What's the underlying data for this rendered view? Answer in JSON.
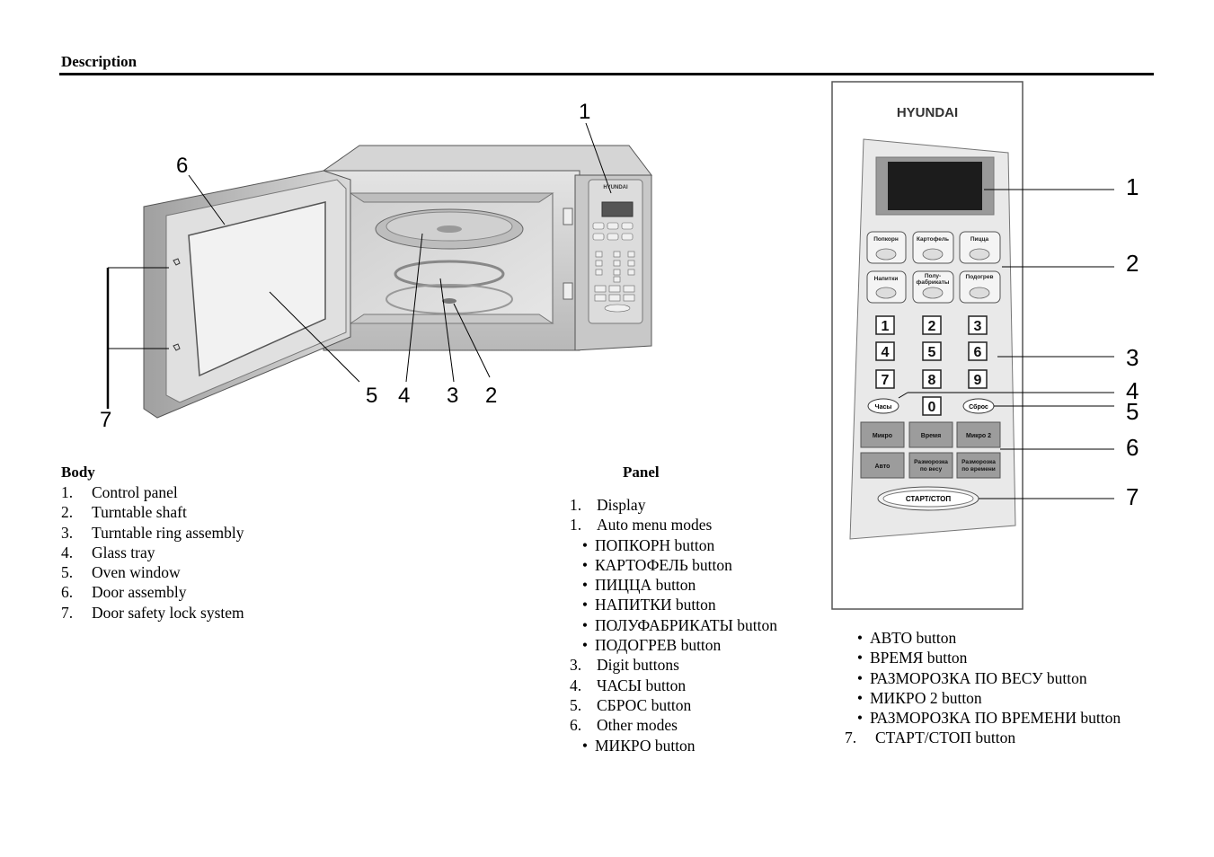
{
  "page": {
    "title": "Description"
  },
  "figure_left": {
    "brand": "HYUNDAI",
    "callouts": [
      "1",
      "2",
      "3",
      "4",
      "5",
      "6",
      "7"
    ]
  },
  "figure_right": {
    "brand": "HYUNDAI",
    "buttons": {
      "popcorn": "Попкорн",
      "potato": "Картофель",
      "pizza": "Пицца",
      "drinks": "Напитки",
      "semi_1": "Полу-",
      "semi_2": "фабрикаты",
      "reheat": "Подогрев",
      "digits": [
        "1",
        "2",
        "3",
        "4",
        "5",
        "6",
        "7",
        "8",
        "9",
        "0"
      ],
      "clock": "Часы",
      "reset": "Сброс",
      "micro": "Микро",
      "time": "Время",
      "micro2": "Микро 2",
      "auto": "Авто",
      "defrost_w_1": "Разморозка",
      "defrost_w_2": "по весу",
      "defrost_t_1": "Разморозка",
      "defrost_t_2": "по времени",
      "start": "СТАРТ/СТОП"
    },
    "callouts": [
      "1",
      "2",
      "3",
      "4",
      "5",
      "6",
      "7"
    ]
  },
  "body_section": {
    "heading": "Body",
    "items": [
      {
        "n": "1.",
        "text": "Control panel"
      },
      {
        "n": "2.",
        "text": "Turntable shaft"
      },
      {
        "n": "3.",
        "text": "Turntable ring assembly"
      },
      {
        "n": "4.",
        "text": "Glass tray"
      },
      {
        "n": "5.",
        "text": "Oven window"
      },
      {
        "n": "6.",
        "text": "Door assembly"
      },
      {
        "n": "7.",
        "text": "Door safety lock system"
      }
    ]
  },
  "panel_section": {
    "heading": "Panel",
    "lines": [
      {
        "n": "1.",
        "text": "Display"
      },
      {
        "n": "1.",
        "text": "Auto menu modes"
      },
      {
        "b": "•",
        "text": "ПОПКОРН button"
      },
      {
        "b": "•",
        "text": "КАРТОФЕЛЬ button"
      },
      {
        "b": "•",
        "text": "ПИЦЦА button"
      },
      {
        "b": "•",
        "text": "НАПИТКИ button"
      },
      {
        "b": "•",
        "text": "ПОЛУФАБРИКАТЫ button"
      },
      {
        "b": "•",
        "text": "ПОДОГРЕВ button"
      },
      {
        "n": "3.",
        "text": "Digit buttons"
      },
      {
        "n": "4.",
        "text": "ЧАСЫ button"
      },
      {
        "n": "5.",
        "text": "СБРОС button"
      },
      {
        "n": "6.",
        "text": "Other modes"
      },
      {
        "b": "•",
        "text": "МИКРО button"
      }
    ],
    "continued": [
      {
        "b": "•",
        "text": "АВТО button"
      },
      {
        "b": "•",
        "text": "ВРЕМЯ button"
      },
      {
        "b": "•",
        "text": "РАЗМОРОЗКА ПО ВЕСУ button"
      },
      {
        "b": "•",
        "text": "МИКРО 2 button"
      },
      {
        "b": "•",
        "text": "РАЗМОРОЗКА ПО ВРЕМЕНИ button"
      },
      {
        "n": "7.",
        "text": "СТАРТ/СТОП button"
      }
    ]
  }
}
